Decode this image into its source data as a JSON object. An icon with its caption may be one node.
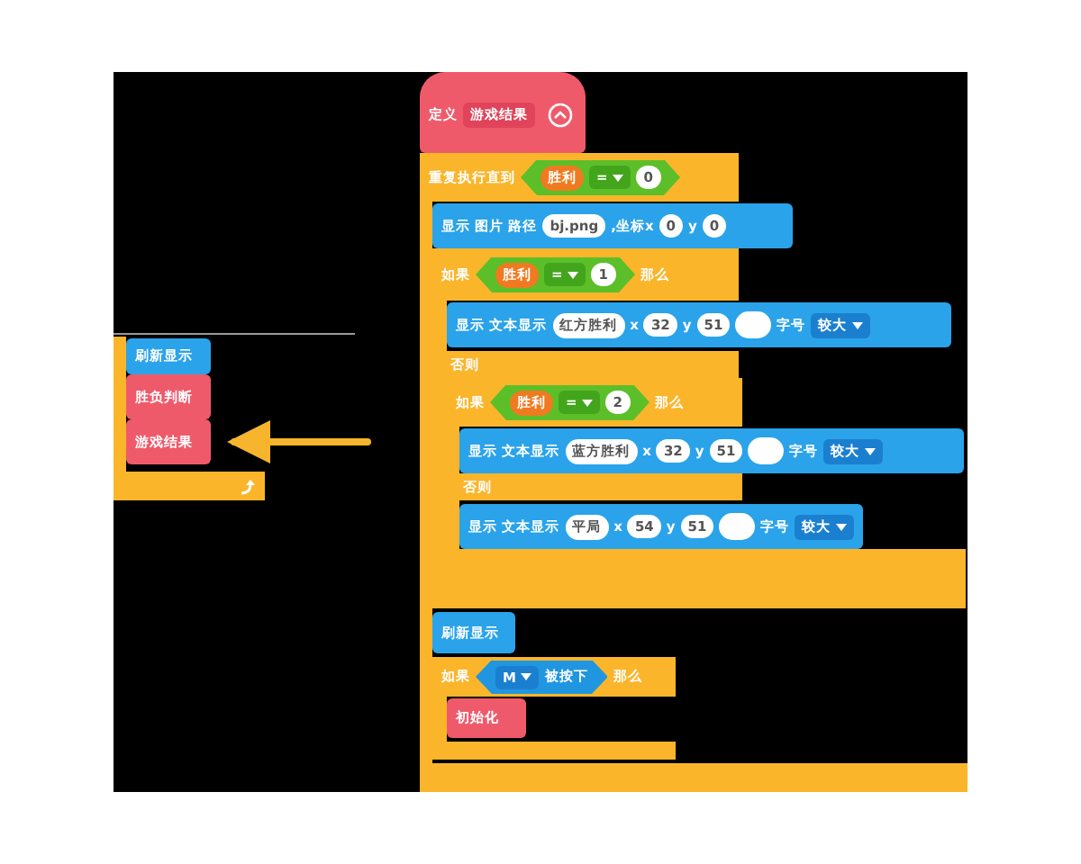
{
  "diagram": {
    "nodes": [
      {
        "text": [],
        "shape": "box"
      },
      {
        "text": [
          "刷新显示"
        ],
        "in": 0
      },
      {
        "text": [
          "胜负判断"
        ],
        "in": 0
      },
      {
        "text": [
          "游戏结果"
        ],
        "in": 0
      },
      {
        "text": [
          "定义",
          "游戏结果"
        ]
      },
      {
        "text": [
          "重复执行直到",
          "胜利",
          "=",
          "0"
        ]
      },
      {
        "text": [
          "显示 图片 路径",
          "bj.png",
          ",坐标x",
          "0",
          "y",
          "0"
        ],
        "in": 5
      },
      {
        "text": [
          "如果",
          "胜利",
          "=",
          "1",
          "那么",
          "否则"
        ],
        "in": 5
      },
      {
        "text": [
          "显示 文本显示",
          "红方胜利",
          "x",
          "32",
          "y",
          "51",
          "字号",
          "较大"
        ],
        "in": 7
      },
      {
        "text": [
          "如果",
          "胜利",
          "=",
          "2",
          "那么",
          "否则"
        ],
        "in": 7
      },
      {
        "text": [
          "显示 文本显示",
          "蓝方胜利",
          "x",
          "32",
          "y",
          "51",
          "字号",
          "较大"
        ],
        "in": 9
      },
      {
        "text": [
          "显示 文本显示",
          "平局",
          "x",
          "54",
          "y",
          "51",
          "字号",
          "较大"
        ],
        "in": 9
      },
      {
        "text": [
          "刷新显示"
        ],
        "in": 5
      },
      {
        "text": [
          "如果",
          "M",
          "被按下",
          "那么"
        ],
        "in": 5
      },
      {
        "text": [
          "初始化"
        ],
        "in": 13
      }
    ],
    "edges": [
      {
        "from": null,
        "to": 3,
        "arrow": "to"
      }
    ]
  }
}
